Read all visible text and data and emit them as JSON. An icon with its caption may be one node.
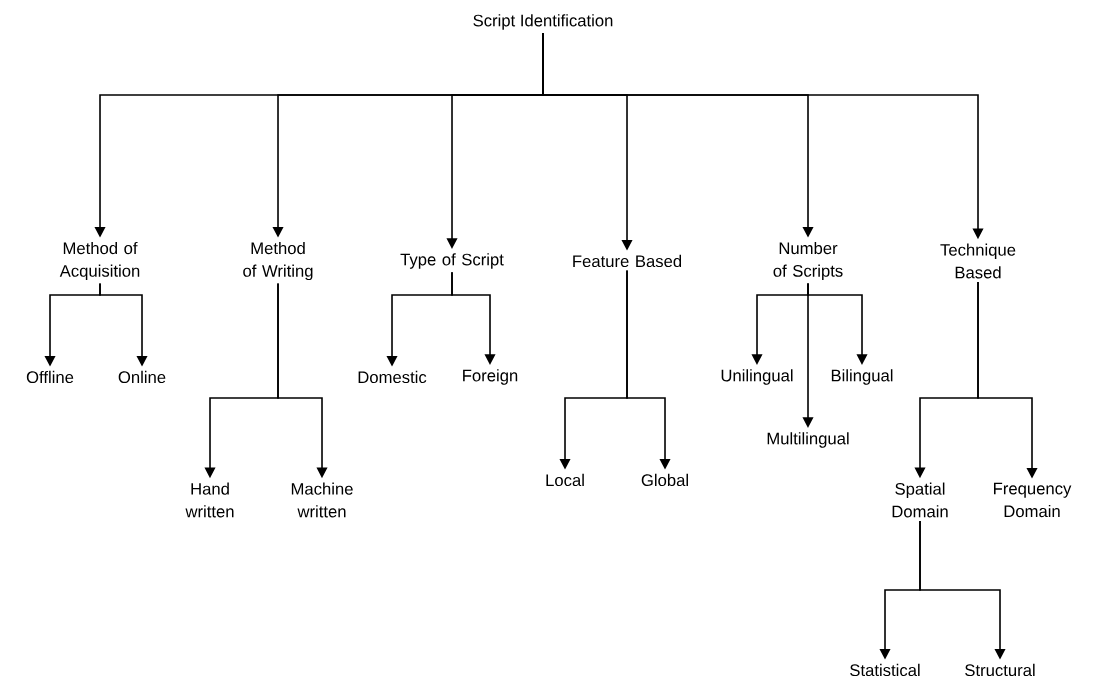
{
  "diagram": {
    "nodes": [
      {
        "text": [
          "Script Identification"
        ]
      },
      {
        "text": [
          "Method of Acquisition"
        ]
      },
      {
        "text": [
          "Method of Writing"
        ]
      },
      {
        "text": [
          "Type of Script"
        ]
      },
      {
        "text": [
          "Feature Based"
        ]
      },
      {
        "text": [
          "Number of Scripts"
        ]
      },
      {
        "text": [
          "Technique Based"
        ]
      },
      {
        "text": [
          "Offline"
        ]
      },
      {
        "text": [
          "Online"
        ]
      },
      {
        "text": [
          "Hand written"
        ]
      },
      {
        "text": [
          "Machine written"
        ]
      },
      {
        "text": [
          "Domestic"
        ]
      },
      {
        "text": [
          "Foreign"
        ]
      },
      {
        "text": [
          "Local"
        ]
      },
      {
        "text": [
          "Global"
        ]
      },
      {
        "text": [
          "Unilingual"
        ]
      },
      {
        "text": [
          "Bilingual"
        ]
      },
      {
        "text": [
          "Multilingual"
        ]
      },
      {
        "text": [
          "Spatial Domain"
        ]
      },
      {
        "text": [
          "Frequency Domain"
        ]
      },
      {
        "text": [
          "Statistical"
        ]
      },
      {
        "text": [
          "Structural"
        ]
      }
    ],
    "edges": [
      {
        "from": 0,
        "to": 1,
        "arrow": "to"
      },
      {
        "from": 0,
        "to": 2,
        "arrow": "to"
      },
      {
        "from": 0,
        "to": 3,
        "arrow": "to"
      },
      {
        "from": 0,
        "to": 4,
        "arrow": "to"
      },
      {
        "from": 0,
        "to": 5,
        "arrow": "to"
      },
      {
        "from": 0,
        "to": 6,
        "arrow": "to"
      },
      {
        "from": 1,
        "to": 7,
        "arrow": "to"
      },
      {
        "from": 1,
        "to": 8,
        "arrow": "to"
      },
      {
        "from": 2,
        "to": 9,
        "arrow": "to"
      },
      {
        "from": 2,
        "to": 10,
        "arrow": "to"
      },
      {
        "from": 3,
        "to": 11,
        "arrow": "to"
      },
      {
        "from": 3,
        "to": 12,
        "arrow": "to"
      },
      {
        "from": 4,
        "to": 13,
        "arrow": "to"
      },
      {
        "from": 4,
        "to": 14,
        "arrow": "to"
      },
      {
        "from": 5,
        "to": 15,
        "arrow": "to"
      },
      {
        "from": 5,
        "to": 16,
        "arrow": "to"
      },
      {
        "from": 5,
        "to": 17,
        "arrow": "to"
      },
      {
        "from": 6,
        "to": 18,
        "arrow": "to"
      },
      {
        "from": 6,
        "to": 19,
        "arrow": "to"
      },
      {
        "from": 18,
        "to": 20,
        "arrow": "to"
      },
      {
        "from": 18,
        "to": 21,
        "arrow": "to"
      }
    ]
  }
}
